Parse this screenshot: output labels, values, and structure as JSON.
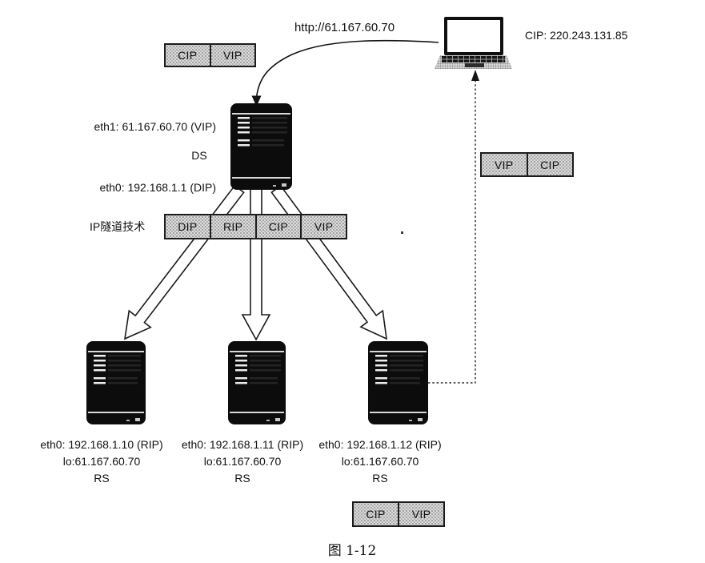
{
  "figure": {
    "caption": "图 1-12",
    "client": {
      "ip_label": "CIP: 220.243.131.85",
      "request_url": "http://61.167.60.70"
    },
    "director": {
      "eth1_label": "eth1: 61.167.60.70 (VIP)",
      "name": "DS",
      "eth0_label": "eth0: 192.168.1.1 (DIP)"
    },
    "tunnel_technique_label": "IP隧道技术",
    "packets": {
      "client_request": [
        "CIP",
        "VIP"
      ],
      "tunnel": [
        "DIP",
        "RIP",
        "CIP",
        "VIP"
      ],
      "server_response": [
        "VIP",
        "CIP"
      ],
      "response_to_client": [
        "CIP",
        "VIP"
      ]
    },
    "real_servers": [
      {
        "eth0_label": "eth0: 192.168.1.10 (RIP)",
        "lo_label": "lo:61.167.60.70",
        "name": "RS"
      },
      {
        "eth0_label": "eth0: 192.168.1.11 (RIP)",
        "lo_label": "lo:61.167.60.70",
        "name": "RS"
      },
      {
        "eth0_label": "eth0: 192.168.1.12 (RIP)",
        "lo_label": "lo:61.167.60.70",
        "name": "RS"
      }
    ],
    "colors": {
      "packet_box_bg": "#dcdcdc",
      "packet_box_border": "#1c1c1c",
      "server_body": "#0c0c0c",
      "arrow_outline": "#1a1a1a"
    }
  }
}
